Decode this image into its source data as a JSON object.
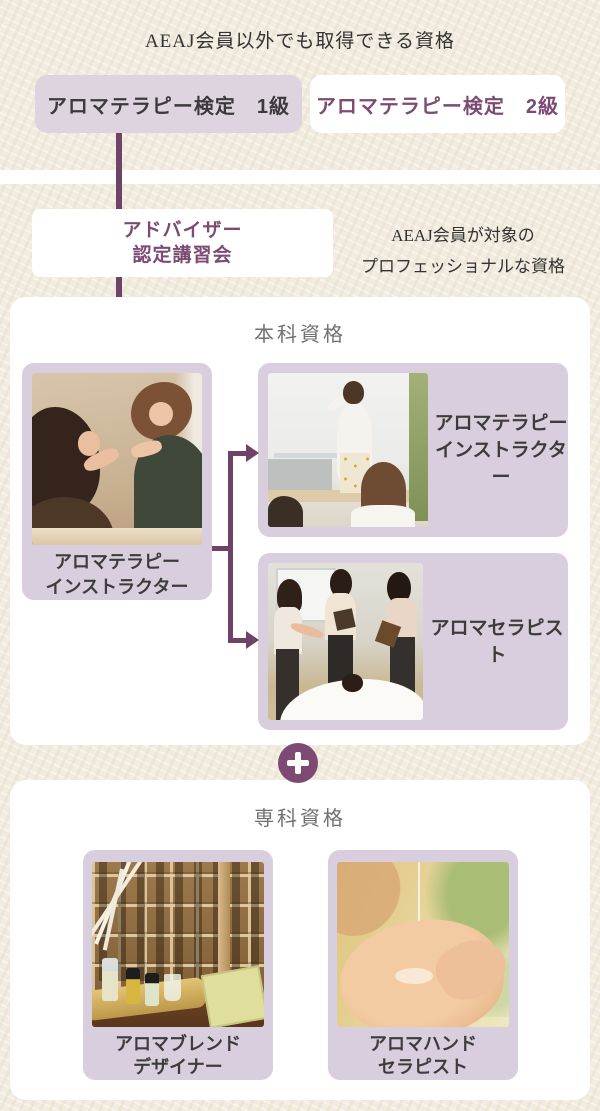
{
  "colors": {
    "background": "#f1ecdf",
    "accent_purple": "#6f4268",
    "card_purple": "#d9cedd",
    "text_purple": "#7c4b74",
    "dark_text": "#3c3c3c",
    "section_title_gray": "#707070"
  },
  "header": {
    "title": "AEAJ会員以外でも取得できる資格"
  },
  "kentei": {
    "level1": "アロマテラピー検定　1級",
    "level2": "アロマテラピー検定　2級"
  },
  "advisor": {
    "label_line1": "アドバイザー",
    "label_line2": "認定講習会",
    "note_line1": "AEAJ会員が対象の",
    "note_line2": "プロフェッショナルな資格"
  },
  "honka": {
    "title": "本科資格",
    "root": {
      "label_line1": "アロマテラピー",
      "label_line2": "インストラクター",
      "photo": "two-women-smelling-aroma-samples"
    },
    "branches": [
      {
        "label_line1": "アロマテラピー",
        "label_line2": "インストラクター",
        "photo": "instructor-teaching-at-whiteboard"
      },
      {
        "label": "アロマセラピスト",
        "photo": "aromatherapy-massage-training"
      }
    ]
  },
  "senka": {
    "title": "専科資格",
    "items": [
      {
        "label_line1": "アロマブレンド",
        "label_line2": "デザイナー",
        "photo": "essential-oil-blending-shelf"
      },
      {
        "label_line1": "アロマハンド",
        "label_line2": "セラピスト",
        "photo": "hand-with-massage-oil"
      }
    ]
  },
  "icons": {
    "plus": "plus-icon"
  }
}
